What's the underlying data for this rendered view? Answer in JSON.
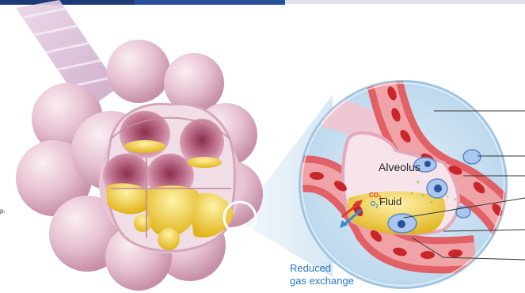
{
  "labels": {
    "alveolus": "Alveolus",
    "fluid": "Fluid",
    "co2_main": "CO",
    "co2_sub": "2",
    "o2_main": "O",
    "o2_sub": "2",
    "caption_line1": "Reduced",
    "caption_line2": "gas exchange",
    "edge_fragment": "pᵢ"
  },
  "colors": {
    "bar_dark": "#1c3a78",
    "bar_mid": "#27509a",
    "bar_light": "#dfe3e8",
    "caption": "#2a78c2",
    "co2_arrow": "#e03a2c",
    "o2_arrow": "#2f8fd6",
    "fluid": "#f1d54a",
    "tissue_pink": "#e9c7d4",
    "blood_red": "#c9262c",
    "zoom_circle_fill": "#cfe3f2"
  },
  "icons": [
    "co2-out-arrow-icon",
    "o2-in-arrow-icon"
  ]
}
